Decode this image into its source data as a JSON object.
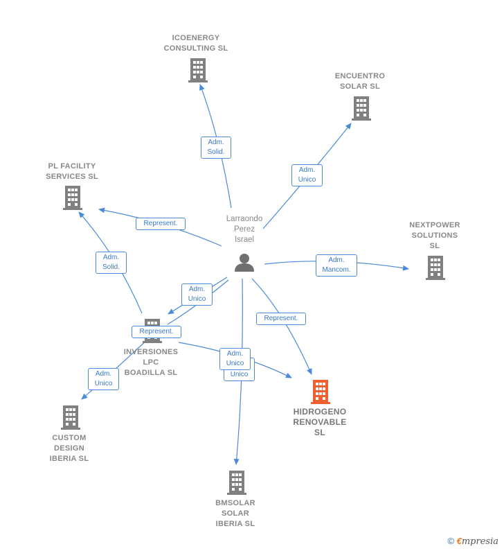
{
  "center": {
    "name": "Larraondo\nPerez\nIsrael",
    "icon": "person-icon"
  },
  "companies": {
    "icoenergy": "ICOENERGY\nCONSULTING SL",
    "encuentro": "ENCUENTRO\nSOLAR  SL",
    "plfacility": "PL FACILITY\nSERVICES  SL",
    "nextpower": "NEXTPOWER\nSOLUTIONS\nSL",
    "inversiones": "INVERSIONES\nLPC\nBOADILLA  SL",
    "hidrogeno": "HIDROGENO\nRENOVABLE\nSL",
    "custom": "CUSTOM\nDESIGN\nIBERIA  SL",
    "bmsolar": "BMSOLAR\nSOLAR\nIBERIA  SL"
  },
  "edges": {
    "icoenergy": "Adm.\nSolid.",
    "encuentro": "Adm.\nUnico",
    "plfacility_person": "Represent.",
    "plfacility_inv": "Adm.\nSolid.",
    "nextpower": "Adm.\nMancom.",
    "inversiones": "Adm.\nUnico",
    "hidrogeno_person": "Represent.",
    "hidrogeno_inv": "Represent.",
    "bmsolar_a": "Adm.\nUnico",
    "bmsolar_b": "Unico",
    "custom": "Adm.\nUnico"
  },
  "colors": {
    "edge": "#4a8ad8",
    "building": "#808080",
    "highlight": "#f06030"
  },
  "footer": {
    "copyright": "©",
    "brand_e": "€",
    "brand_rest": "mpresia"
  }
}
